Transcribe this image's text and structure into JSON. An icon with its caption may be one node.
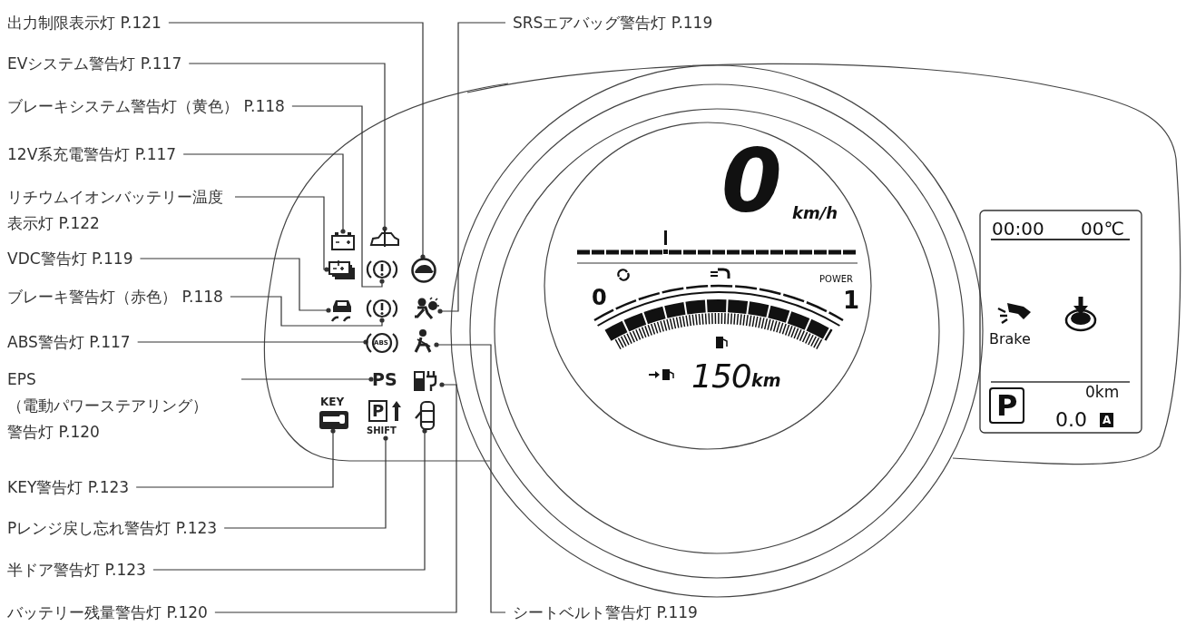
{
  "diagram": {
    "nodes": [
      {
        "text": [
          "出力制限表示灯 P.121"
        ]
      },
      {
        "text": [
          "SRSエアバッグ警告灯 P.119"
        ]
      },
      {
        "text": [
          "EVシステム警告灯 P.117"
        ]
      },
      {
        "text": [
          "ブレーキシステム警告灯（黄色） P.118"
        ]
      },
      {
        "text": [
          "12V系充電警告灯 P.117"
        ]
      },
      {
        "text": [
          "リチウムイオンバッテリー温度表示灯 P.122"
        ]
      },
      {
        "text": [
          "VDC警告灯 P.119"
        ]
      },
      {
        "text": [
          "ブレーキ警告灯（赤色） P.118"
        ]
      },
      {
        "text": [
          "ABS警告灯 P.117"
        ]
      },
      {
        "text": [
          "EPS（電動パワーステアリング）警告灯 P.120"
        ]
      },
      {
        "text": [
          "KEY警告灯 P.123"
        ]
      },
      {
        "text": [
          "Pレンジ戻し忘れ警告灯 P.123"
        ]
      },
      {
        "text": [
          "半ドア警告灯 P.123"
        ]
      },
      {
        "text": [
          "バッテリー残量警告灯 P.120"
        ]
      },
      {
        "text": [
          "シートベルト警告灯 P.119"
        ]
      },
      {
        "text": [],
        "shape": "picture"
      },
      {
        "text": [],
        "shape": "picture"
      },
      {
        "text": [],
        "shape": "picture"
      },
      {
        "text": [],
        "shape": "picture"
      },
      {
        "text": [],
        "shape": "picture"
      },
      {
        "text": [],
        "shape": "picture"
      },
      {
        "text": [],
        "shape": "picture"
      },
      {
        "text": [],
        "shape": "picture"
      },
      {
        "text": [
          "ABS"
        ]
      },
      {
        "text": [],
        "shape": "picture"
      },
      {
        "text": [
          "PS"
        ]
      },
      {
        "text": [],
        "shape": "picture"
      },
      {
        "text": [
          "KEY"
        ]
      },
      {
        "text": [
          "P",
          "SHIFT"
        ]
      },
      {
        "text": [],
        "shape": "picture"
      }
    ],
    "edges": [
      {
        "from": 0,
        "to": 19,
        "arrow": "other"
      },
      {
        "from": 1,
        "to": 22,
        "arrow": "other"
      },
      {
        "from": 2,
        "to": 16,
        "arrow": "other"
      },
      {
        "from": 3,
        "to": 18,
        "arrow": "other"
      },
      {
        "from": 4,
        "to": 15,
        "arrow": "other"
      },
      {
        "from": 5,
        "to": 17,
        "arrow": "other"
      },
      {
        "from": 6,
        "to": 20,
        "arrow": "other"
      },
      {
        "from": 7,
        "to": 21,
        "arrow": "other"
      },
      {
        "from": 8,
        "to": 23,
        "arrow": "other"
      },
      {
        "from": 9,
        "to": 25,
        "arrow": "other"
      },
      {
        "from": 10,
        "to": 27,
        "arrow": "other"
      },
      {
        "from": 11,
        "to": 28,
        "arrow": "other"
      },
      {
        "from": 12,
        "to": 29,
        "arrow": "other"
      },
      {
        "from": 13,
        "to": 26,
        "arrow": "other"
      },
      {
        "from": 14,
        "to": 24,
        "arrow": "other"
      }
    ],
    "labels": [
      "0",
      "km/h",
      "POWER",
      "0",
      "1",
      "150",
      "km",
      "00:00",
      "00℃",
      "Brake",
      "P",
      "0km",
      "0.0",
      "A"
    ]
  }
}
